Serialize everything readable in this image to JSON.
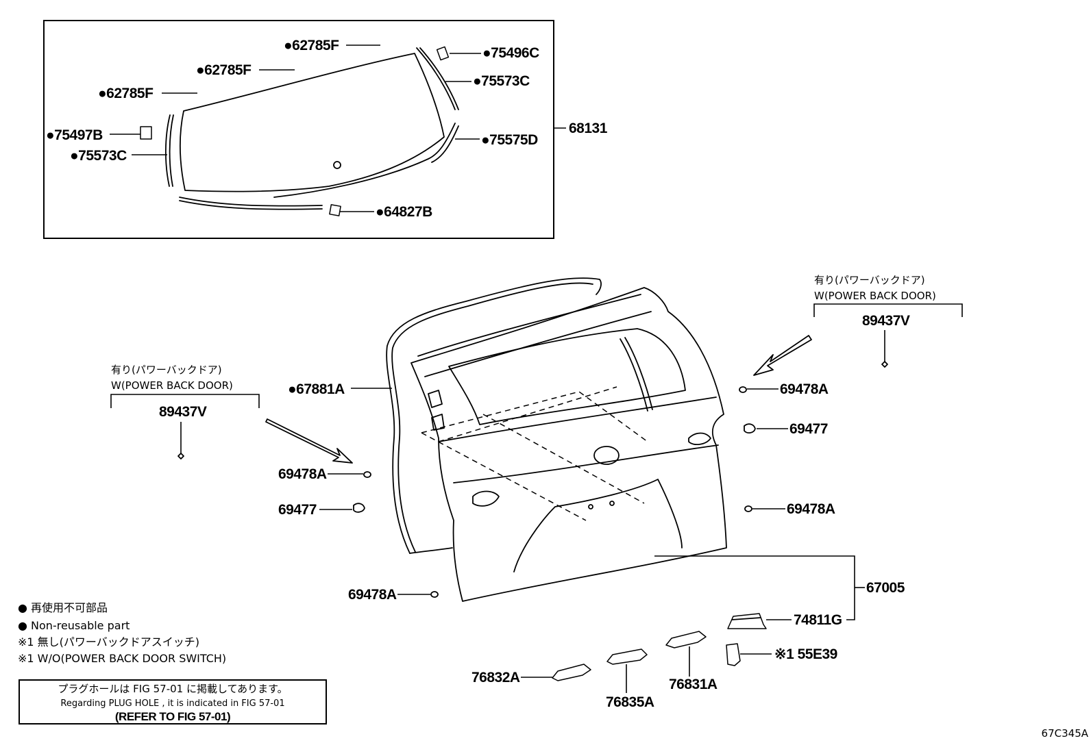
{
  "labels": {
    "p62785F_a": "●62785F",
    "p62785F_b": "●62785F",
    "p62785F_c": "●62785F",
    "p75496C": "●75496C",
    "p75573C_r": "●75573C",
    "p75497B": "●75497B",
    "p75573C_l": "●75573C",
    "p75575D": "●75575D",
    "p68131": "68131",
    "p64827B": "●64827B",
    "p67881A": "●67881A",
    "p69478A_1": "69478A",
    "p69477_1": "69477",
    "p69478A_2": "69478A",
    "p69477_2": "69477",
    "p69478A_3": "69478A",
    "p69478A_4": "69478A",
    "p67005": "67005",
    "p74811G": "74811G",
    "p55E39": "※1 55E39",
    "p76832A": "76832A",
    "p76835A": "76835A",
    "p76831A": "76831A",
    "p89437V_l": "89437V",
    "p89437V_r": "89437V"
  },
  "conditions": {
    "left_jp": "有り(パワーバックドア)",
    "left_en": "W(POWER BACK DOOR)",
    "right_jp": "有り(パワーバックドア)",
    "right_en": "W(POWER BACK DOOR)"
  },
  "legend": {
    "line1": "● 再使用不可部品",
    "line2": "● Non-reusable part",
    "line3": "※1 無し(パワーバックドアスイッチ)",
    "line4": "※1  W/O(POWER BACK DOOR SWITCH)"
  },
  "note_box": {
    "line1": "プラグホールは FIG 57-01 に掲載してあります。",
    "line2": "Regarding  PLUG  HOLE , it is indicated in  FIG  57-01",
    "line3": "(REFER  TO  FIG 57-01)"
  },
  "figure_id": "67C345A"
}
